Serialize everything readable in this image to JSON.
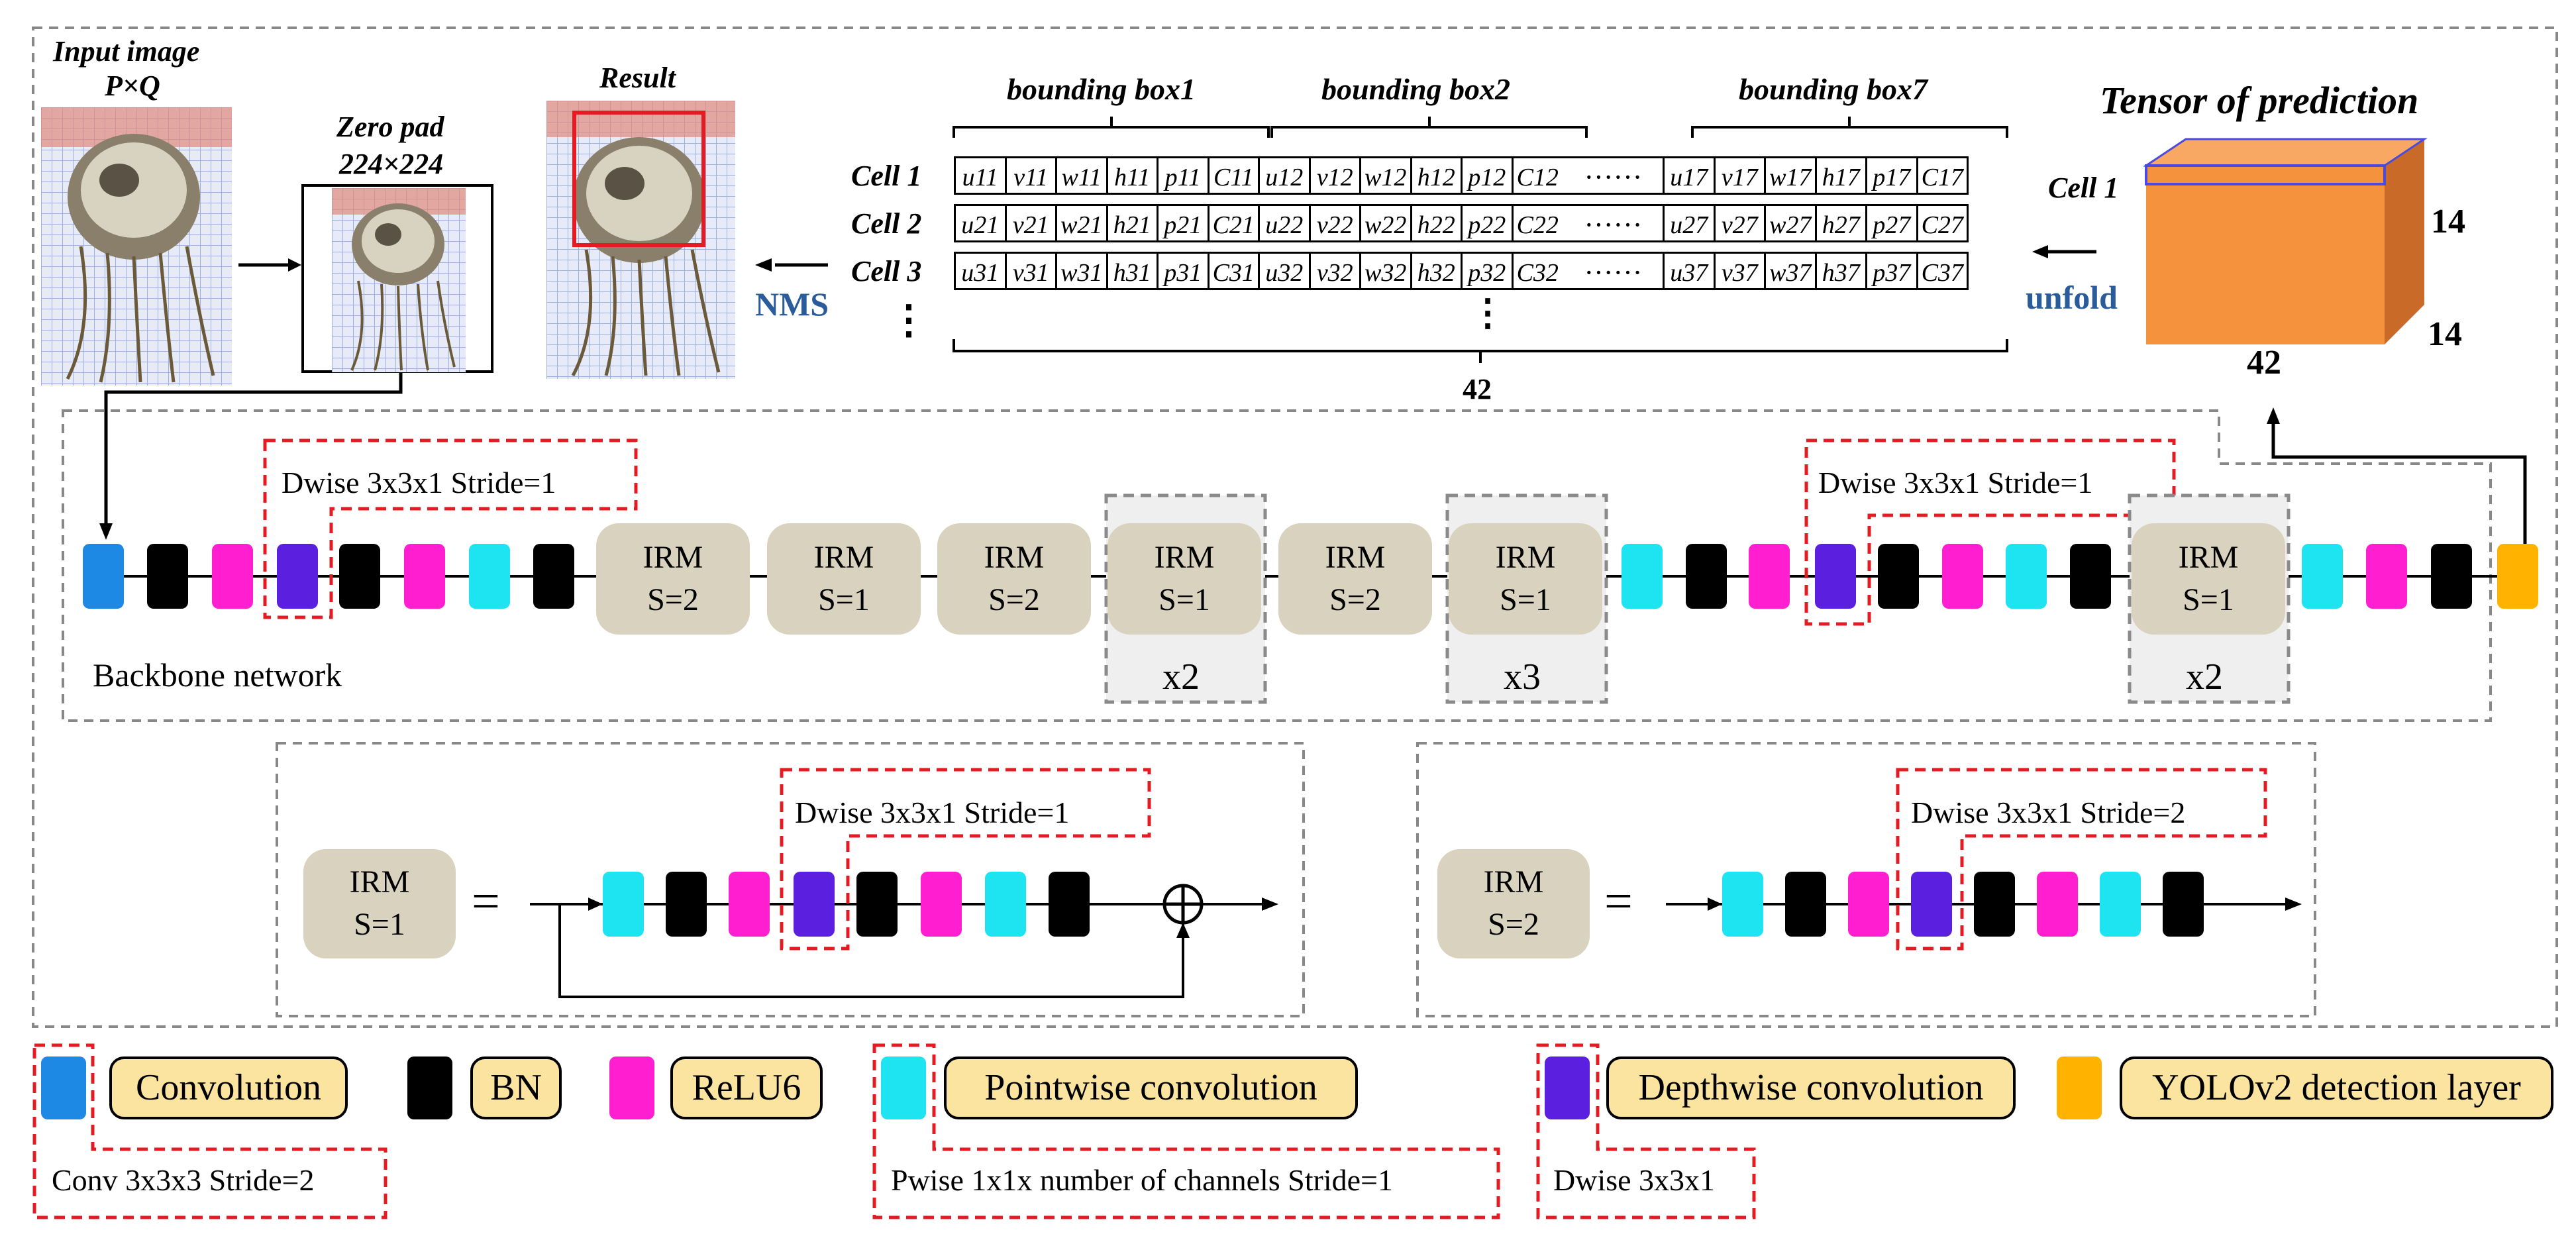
{
  "input_image": {
    "title": "Input image",
    "size": "P×Q"
  },
  "zero_pad": {
    "title": "Zero pad",
    "size": "224×224"
  },
  "result": {
    "title": "Result"
  },
  "nms_label": "NMS",
  "unfold_label": "unfold",
  "tensor": {
    "title": "Tensor of prediction",
    "cell_label": "Cell 1",
    "dim_a": "14",
    "dim_b": "14",
    "dim_c": "42"
  },
  "table": {
    "groups": [
      "bounding box1",
      "bounding box2",
      "bounding box7"
    ],
    "rows": [
      {
        "label": "Cell 1",
        "cells": [
          "u11",
          "v11",
          "w11",
          "h11",
          "p11",
          "C11",
          "u12",
          "v12",
          "w12",
          "h12",
          "p12",
          "C12",
          "······",
          "u17",
          "v17",
          "w17",
          "h17",
          "p17",
          "C17"
        ]
      },
      {
        "label": "Cell 2",
        "cells": [
          "u21",
          "v21",
          "w21",
          "h21",
          "p21",
          "C21",
          "u22",
          "v22",
          "w22",
          "h22",
          "p22",
          "C22",
          "······",
          "u27",
          "v27",
          "w27",
          "h27",
          "p27",
          "C27"
        ]
      },
      {
        "label": "Cell 3",
        "cells": [
          "u31",
          "v31",
          "w31",
          "h31",
          "p31",
          "C31",
          "u32",
          "v32",
          "w32",
          "h32",
          "p32",
          "C32",
          "······",
          "u37",
          "v37",
          "w37",
          "h37",
          "p37",
          "C37"
        ]
      }
    ],
    "dots_vertical": "⋮",
    "width_label": "42"
  },
  "backbone": {
    "label": "Backbone network",
    "dwise_label_1": "Dwise 3x3x1   Stride=1",
    "dwise_label_2": "Dwise 3x3x1   Stride=1",
    "irms": [
      {
        "name": "IRM",
        "stride": "S=2"
      },
      {
        "name": "IRM",
        "stride": "S=1"
      },
      {
        "name": "IRM",
        "stride": "S=2"
      },
      {
        "name": "IRM",
        "stride": "S=1"
      },
      {
        "name": "IRM",
        "stride": "S=2"
      },
      {
        "name": "IRM",
        "stride": "S=1"
      },
      {
        "name": "IRM",
        "stride": "S=1"
      }
    ],
    "repeat_1": "x2",
    "repeat_2": "x3",
    "repeat_3": "x2"
  },
  "irm_s1": {
    "name": "IRM",
    "stride": "S=1",
    "equals": "=",
    "dwise_label": "Dwise 3x3x1   Stride=1"
  },
  "irm_s2": {
    "name": "IRM",
    "stride": "S=2",
    "equals": "=",
    "dwise_label": "Dwise 3x3x1   Stride=2"
  },
  "legend": {
    "convolution": "Convolution",
    "bn": "BN",
    "relu6": "ReLU6",
    "pointwise": "Pointwise convolution",
    "depthwise": "Depthwise convolution",
    "yolo": "YOLOv2 detection layer",
    "conv_note": "Conv 3x3x3   Stride=2",
    "pwise_note": "Pwise 1x1x number of channels   Stride=1",
    "dwise_note": "Dwise 3x3x1"
  },
  "colors": {
    "convolution": "#1e88e5",
    "bn": "#000000",
    "relu6": "#ff1fd0",
    "pointwise": "#1ee3f0",
    "depthwise": "#5b1fe0",
    "yolo": "#ffb300",
    "irm_fill": "#d9d2be",
    "legend_fill": "#fbe3a0",
    "dash_red": "#e31b23",
    "tensor_front": "#f5923e",
    "nms_blue": "#2a5b9a"
  }
}
